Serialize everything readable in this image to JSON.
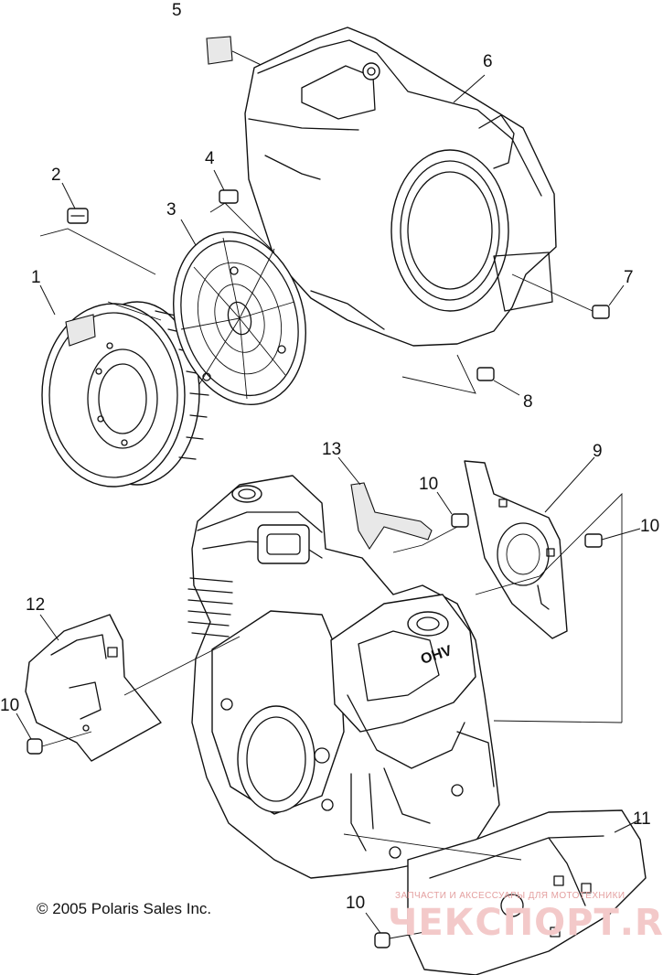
{
  "callouts": {
    "c1": "1",
    "c2": "2",
    "c3": "3",
    "c4": "4",
    "c5": "5",
    "c6": "6",
    "c7": "7",
    "c8": "8",
    "c9": "9",
    "c10a": "10",
    "c10b": "10",
    "c10c": "10",
    "c10d": "10",
    "c11": "11",
    "c12": "12",
    "c13": "13"
  },
  "copyright": "© 2005 Polaris Sales Inc.",
  "engine_badge": "OHV",
  "watermark": {
    "top_line": "ЗАПЧАСТИ И АКСЕССУАРЫ ДЛЯ МОТОТЕХНИКИ",
    "site": "ЧЕКСПОРТ.RU"
  }
}
